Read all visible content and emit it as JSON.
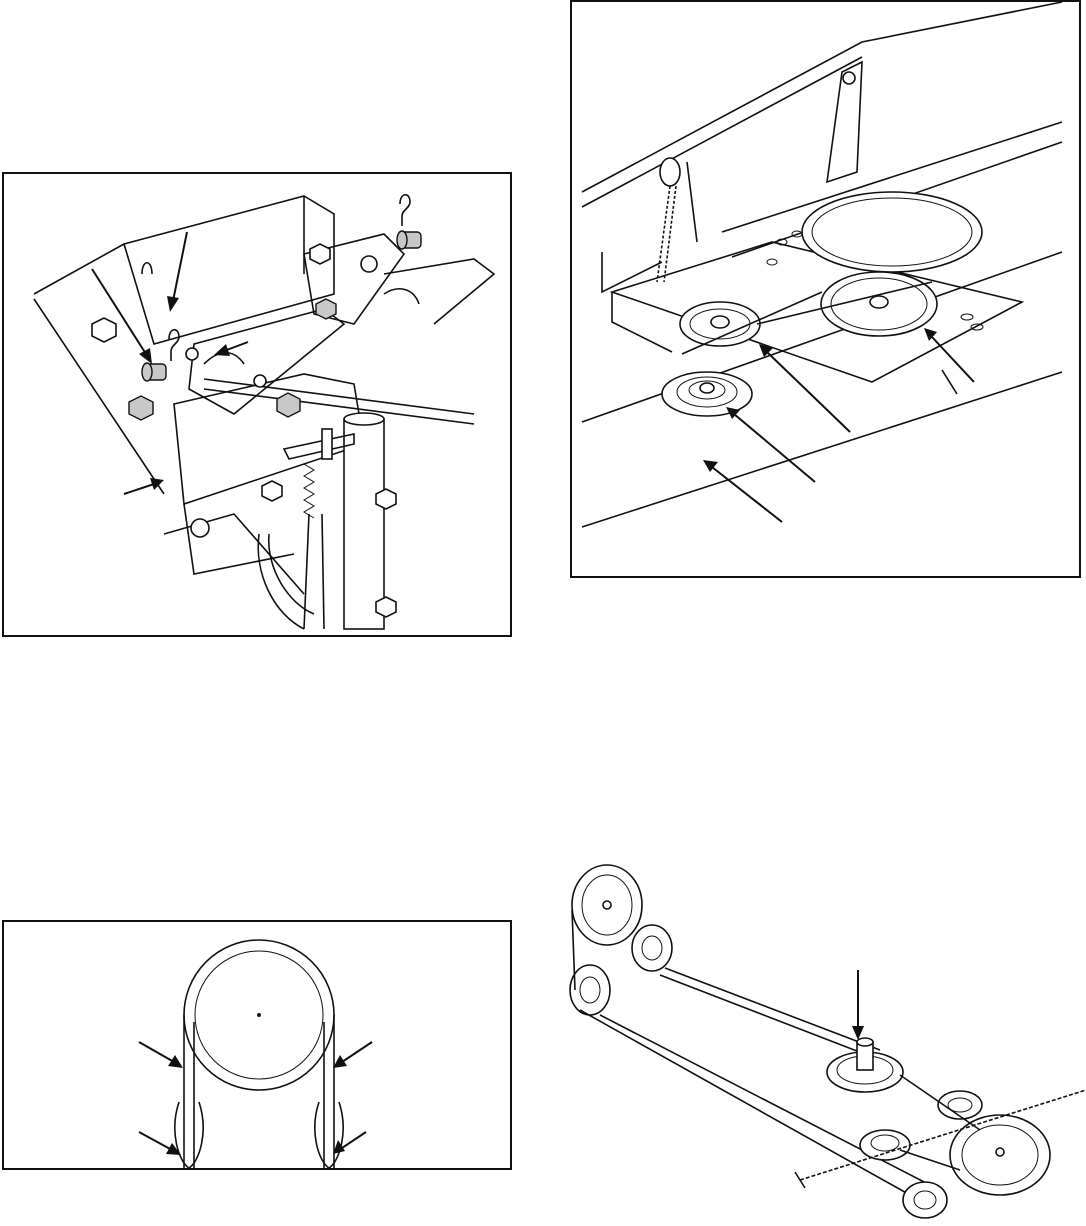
{
  "figures": [
    {
      "id": "hitch-pins"
    },
    {
      "id": "deck-pulleys"
    },
    {
      "id": "belt-pulley"
    },
    {
      "id": "belt-routing"
    }
  ],
  "colors": {
    "line": "#111111",
    "paper": "#ffffff",
    "shade": "#c8c8c8"
  }
}
